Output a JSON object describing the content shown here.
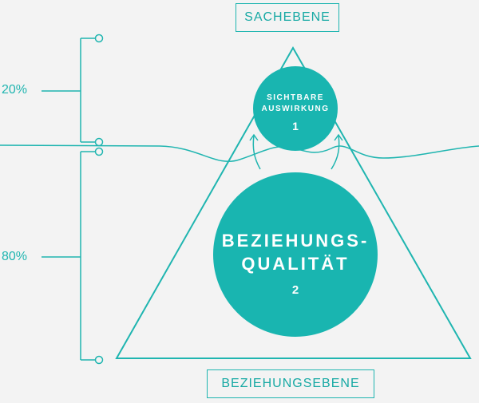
{
  "labels": {
    "top": "SACHEBENE",
    "bottom": "BEZIEHUNGSEBENE"
  },
  "percentages": {
    "top": "20%",
    "bottom": "80%"
  },
  "circles": {
    "small": {
      "line1": "SICHTBARE",
      "line2": "AUSWIRKUNG",
      "number": "1"
    },
    "large": {
      "line1": "BEZIEHUNGS-",
      "line2": "QUALITÄT",
      "number": "2"
    }
  },
  "colors": {
    "accent": "#1fb5b0",
    "circle_fill": "#19b5b0",
    "background": "#f3f3f3",
    "text_on_circle": "#ffffff"
  }
}
